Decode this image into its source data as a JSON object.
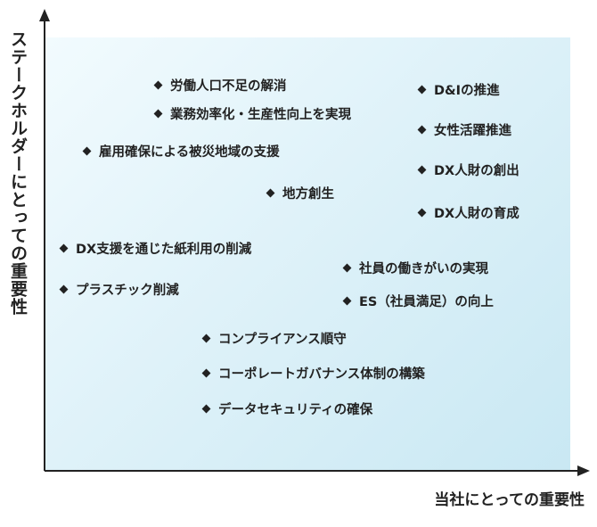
{
  "axes": {
    "y_label": "ステークホルダーにとっての重要性",
    "x_label": "当社にとっての重要性"
  },
  "items": [
    {
      "label": "労働人口不足の解消"
    },
    {
      "label": "業務効率化・生産性向上を実現"
    },
    {
      "label": "雇用確保による被災地域の支援"
    },
    {
      "label": "地方創生"
    },
    {
      "label": "DX支援を通じた紙利用の削減"
    },
    {
      "label": "プラスチック削減"
    },
    {
      "label": "社員の働きがいの実現"
    },
    {
      "label": "ES（社員満足）の向上"
    },
    {
      "label": "コンプライアンス順守"
    },
    {
      "label": "コーポレートガバナンス体制の構築"
    },
    {
      "label": "データセキュリティの確保"
    },
    {
      "label": "D&Iの推進"
    },
    {
      "label": "女性活躍推進"
    },
    {
      "label": "DX人財の創出"
    },
    {
      "label": "DX人財の育成"
    }
  ],
  "colors": {
    "axis": "#222222",
    "text": "#222222",
    "background_light": "#f2fbfe",
    "background_dark": "#c9e8f3"
  }
}
